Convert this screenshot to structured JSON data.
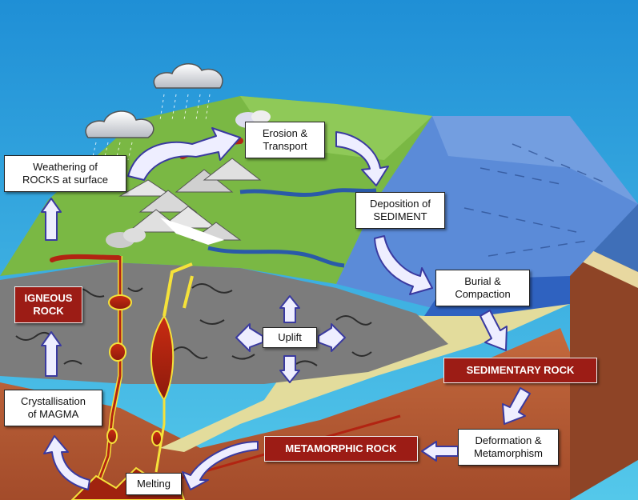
{
  "labels": {
    "weathering": "Weathering of\nROCKS at surface",
    "erosion": "Erosion &\nTransport",
    "deposition": "Deposition of\nSEDIMENT",
    "burial": "Burial &\nCompaction",
    "sedimentary": "SEDIMENTARY ROCK",
    "deformation": "Deformation &\nMetamorphism",
    "metamorphic": "METAMORPHIC ROCK",
    "melting": "Melting",
    "crystallisation": "Crystallisation\nof MAGMA",
    "igneous": "IGNEOUS\nROCK",
    "uplift": "Uplift"
  },
  "colors": {
    "sky": "#3aa5dd",
    "land": "#7ab844",
    "sea": "#5b8bd8",
    "igneous_rock": "#7a7a7a",
    "sediment_layer": "#e3dc9c",
    "crust": "#b45a36",
    "magma": "#b22412",
    "rock_label_fill": "#9c1c15",
    "arrow_fill": "#eeeeff",
    "arrow_stroke": "#3a3aa0"
  }
}
